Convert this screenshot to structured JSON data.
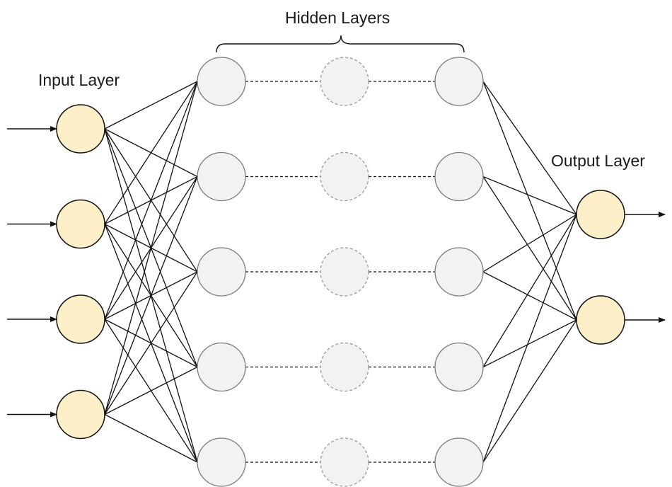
{
  "labels": {
    "input_layer": "Input Layer",
    "hidden_layers": "Hidden Layers",
    "output_layer": "Output Layer"
  },
  "network": {
    "input_nodes": 4,
    "hidden_layer_count_shown": 3,
    "hidden_nodes_per_layer": 5,
    "output_nodes": 2,
    "middle_hidden_layer_style": "dashed",
    "connections": {
      "input_to_first_hidden": "fully-connected",
      "last_hidden_to_output": "fully-connected",
      "between_hidden_layers": "dashed-row-links"
    }
  },
  "colors": {
    "io_node_fill": "#fdf0c8",
    "hidden_node_fill": "#f2f2f2",
    "hidden_node_stroke": "#7a7a7a",
    "dashed_node_stroke": "#9a9a9a",
    "line": "#111111"
  }
}
